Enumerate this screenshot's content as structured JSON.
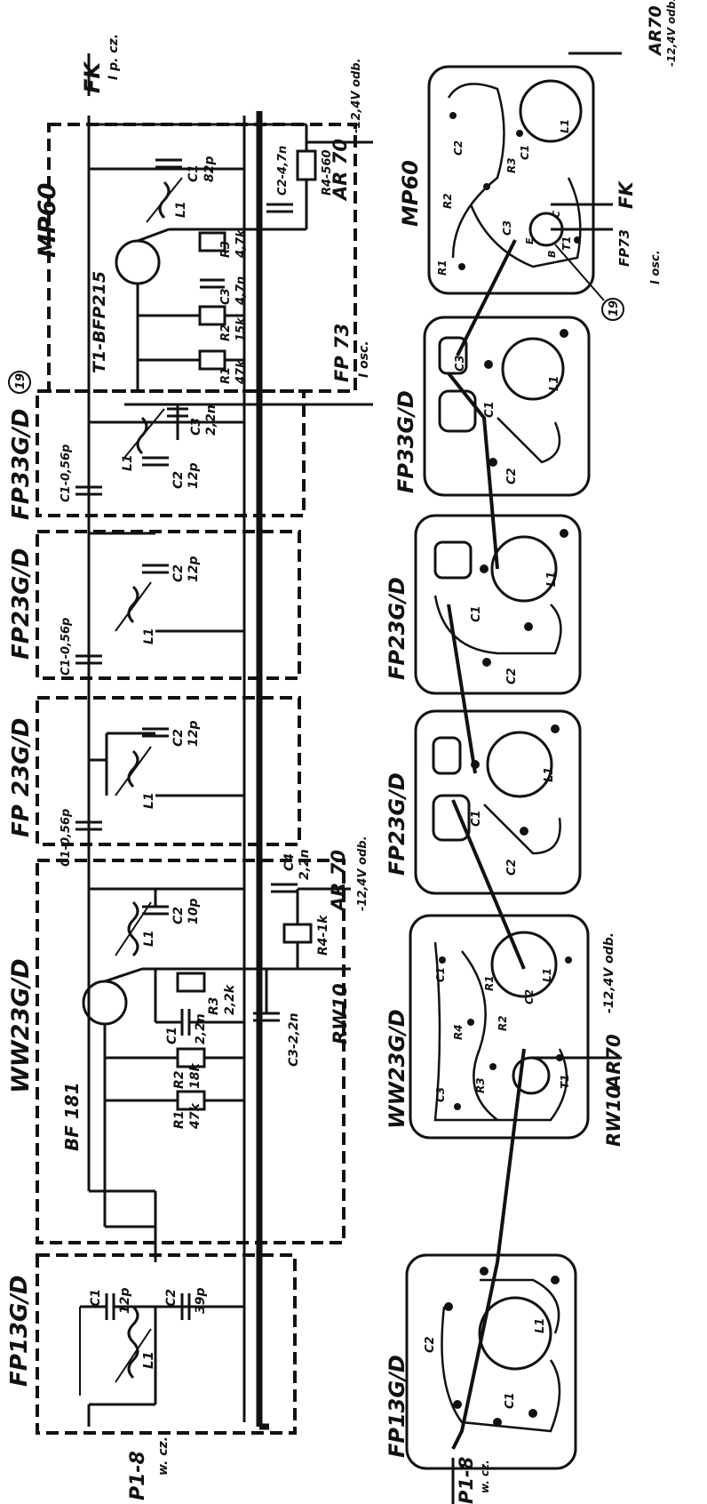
{
  "schematic": {
    "modules": [
      {
        "id": "fp13",
        "name": "FP13G/D"
      },
      {
        "id": "ww23",
        "name": "WW23G/D"
      },
      {
        "id": "fp23a",
        "name": "FP 23G/D"
      },
      {
        "id": "fp23b",
        "name": "FP23G/D"
      },
      {
        "id": "fp33",
        "name": "FP33G/D"
      },
      {
        "id": "mp60",
        "name": "MP60"
      }
    ],
    "transistors": {
      "ww23": "BF 181",
      "mp60": "T1-BFP215"
    },
    "fp13": {
      "L1": "L1",
      "C1": "C1",
      "C1v": "12p",
      "C2": "C2",
      "C2v": "39p"
    },
    "ww23": {
      "R1": "R1",
      "R1v": "47k",
      "R2": "R2",
      "R2v": "18k",
      "C1": "C1",
      "C1v": "2,2n",
      "R3": "R3",
      "R3v": "2,2k",
      "C3": "C3-2,2n",
      "L1": "L1",
      "C2": "C2",
      "C2v": "10p",
      "R4": "R4-1k",
      "C4": "C4",
      "C4v": "2,2n"
    },
    "fp23a": {
      "C1": "C1-0,56p",
      "L1": "L1",
      "C2": "C2",
      "C2v": "12p"
    },
    "fp23b": {
      "C1": "C1-0,56p",
      "L1": "L1",
      "C2": "C2",
      "C2v": "12p"
    },
    "fp33": {
      "C1": "C1-0,56p",
      "L1": "L1",
      "C2": "C2",
      "C2v": "12p",
      "C3": "C3",
      "C3v": "2,2n"
    },
    "mp60": {
      "R1": "R1",
      "R1v": "47k",
      "R2": "R2",
      "R2v": "15k",
      "C3": "C3",
      "C3v": "4,7n",
      "R3": "R3",
      "R3v": "4,7k",
      "L1": "L1",
      "C1": "C1",
      "C1v": "82p",
      "C2": "C2-4,7n",
      "R4": "R4-560"
    },
    "labels": {
      "input": "P1-8",
      "input_sub": "w. cz.",
      "rw10": "RW10",
      "ar70_mid": "AR 70",
      "ar70_mid_sub": "-12,4V odb.",
      "fp73": "FP 73",
      "fp73_sub": "I osc.",
      "node": "19",
      "ar70_top": "AR 70",
      "ar70_top_sub": "-12,4V odb.",
      "fk": "FK",
      "fk_sub": "I p. cz."
    }
  },
  "layout": {
    "modules": [
      {
        "id": "fp13",
        "name": "FP13G/D"
      },
      {
        "id": "ww23",
        "name": "WW23G/D"
      },
      {
        "id": "fp23a",
        "name": "FP23G/D"
      },
      {
        "id": "fp23b",
        "name": "FP23G/D"
      },
      {
        "id": "fp33",
        "name": "FP33G/D"
      },
      {
        "id": "mp60",
        "name": "MP60"
      }
    ],
    "labels": {
      "input": "P1-8",
      "input_sub": "w. cz.",
      "rw10": "RW10",
      "ar70": "AR70",
      "ar70_sub": "-12,4V odb.",
      "ar70_top": "AR70",
      "ar70_top_sub": "-12,4V odb.",
      "fp73": "FP73",
      "fk": "FK",
      "iosc": "I osc.",
      "node": "19"
    },
    "pcb_marks": {
      "C1": "C1",
      "C2": "C2",
      "C3": "C3",
      "L1": "L1",
      "R1": "R1",
      "R2": "R2",
      "R3": "R3",
      "R4": "R4",
      "T1": "T1",
      "E": "E",
      "B": "B",
      "C": "C"
    }
  }
}
